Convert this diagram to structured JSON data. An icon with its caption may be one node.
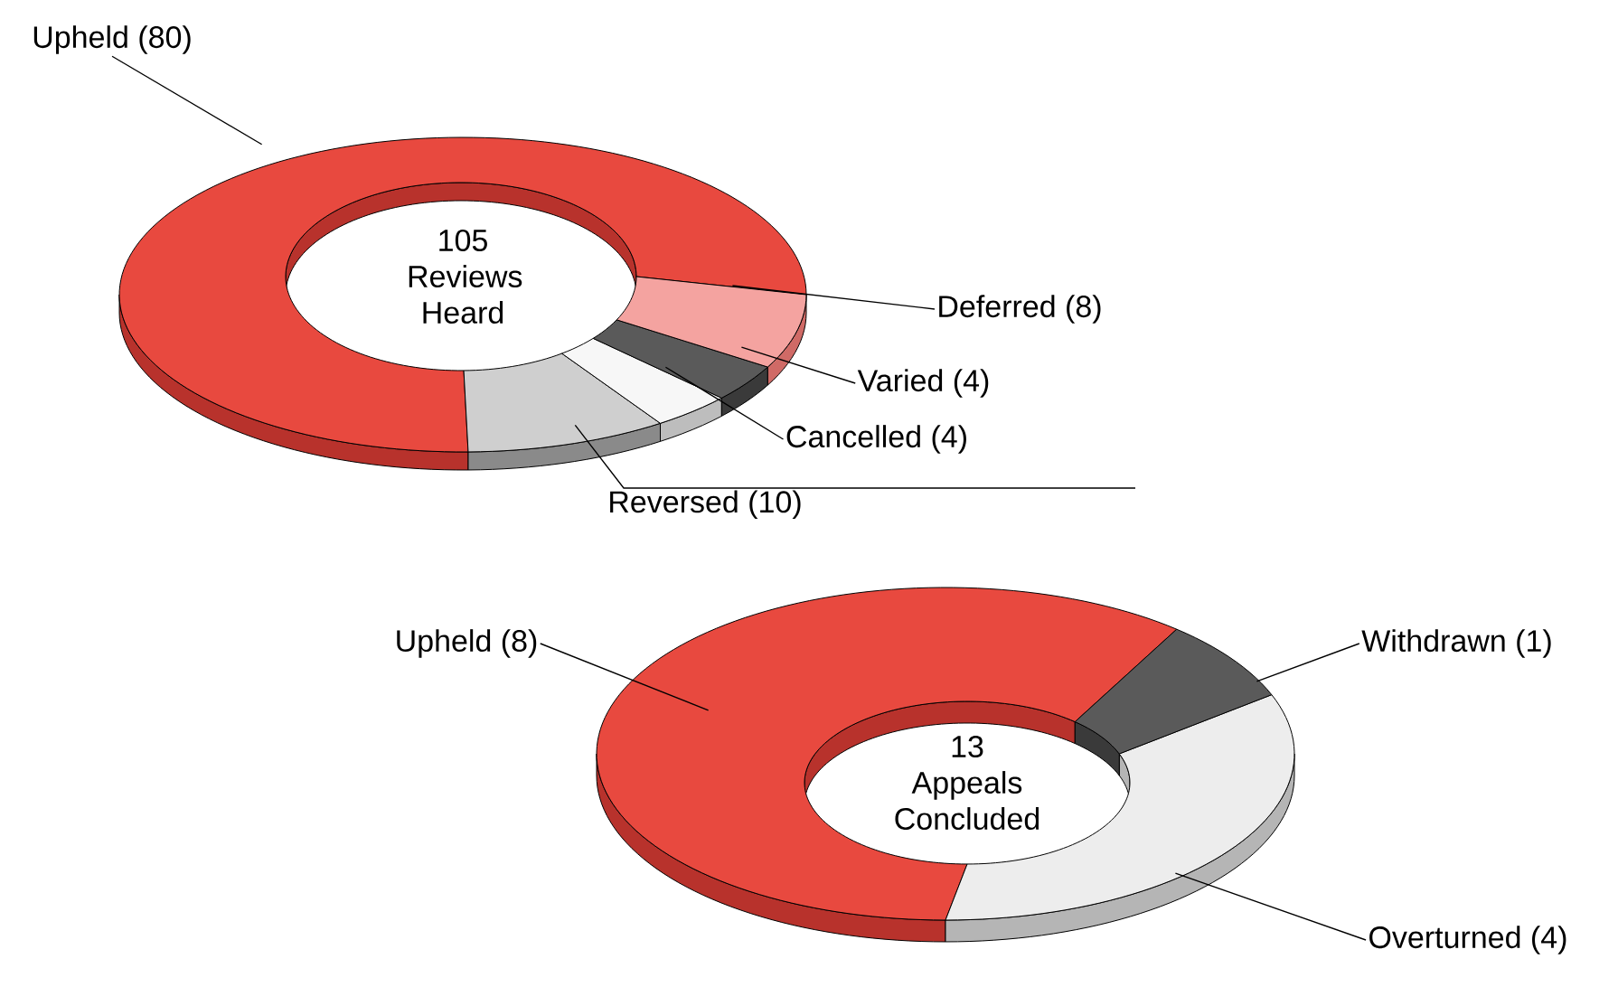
{
  "diagram": {
    "nodes": [
      {
        "text": [
          "Upheld (80)"
        ]
      },
      {
        "text": [
          "Deferred (8)"
        ]
      },
      {
        "text": [
          "Varied (4)"
        ]
      },
      {
        "text": [
          "Cancelled (4)"
        ]
      },
      {
        "text": [
          "Reversed (10)"
        ]
      },
      {
        "text": [
          "Upheld (8)"
        ]
      },
      {
        "text": [
          "Withdrawn (1)"
        ]
      },
      {
        "text": [
          "Overturned (4)"
        ]
      },
      {
        "text": [],
        "shape": "slice"
      },
      {
        "text": [],
        "shape": "slice"
      },
      {
        "text": [],
        "shape": "slice"
      },
      {
        "text": [],
        "shape": "slice"
      },
      {
        "text": [],
        "shape": "slice"
      },
      {
        "text": [],
        "shape": "slice"
      },
      {
        "text": [],
        "shape": "slice"
      },
      {
        "text": [],
        "shape": "slice"
      }
    ],
    "edges": [
      {
        "from": 0,
        "to": 8,
        "arrow": "none"
      },
      {
        "from": 1,
        "to": 12,
        "arrow": "none"
      },
      {
        "from": 2,
        "to": 11,
        "arrow": "none"
      },
      {
        "from": 3,
        "to": 10,
        "arrow": "none"
      },
      {
        "from": 4,
        "to": 9,
        "arrow": "none"
      },
      {
        "from": 5,
        "to": 13,
        "arrow": "none"
      },
      {
        "from": 6,
        "to": 15,
        "arrow": "none"
      },
      {
        "from": 7,
        "to": 14,
        "arrow": "none"
      }
    ],
    "labels": [
      "105 Reviews Heard",
      "13 Appeals Concluded"
    ]
  }
}
